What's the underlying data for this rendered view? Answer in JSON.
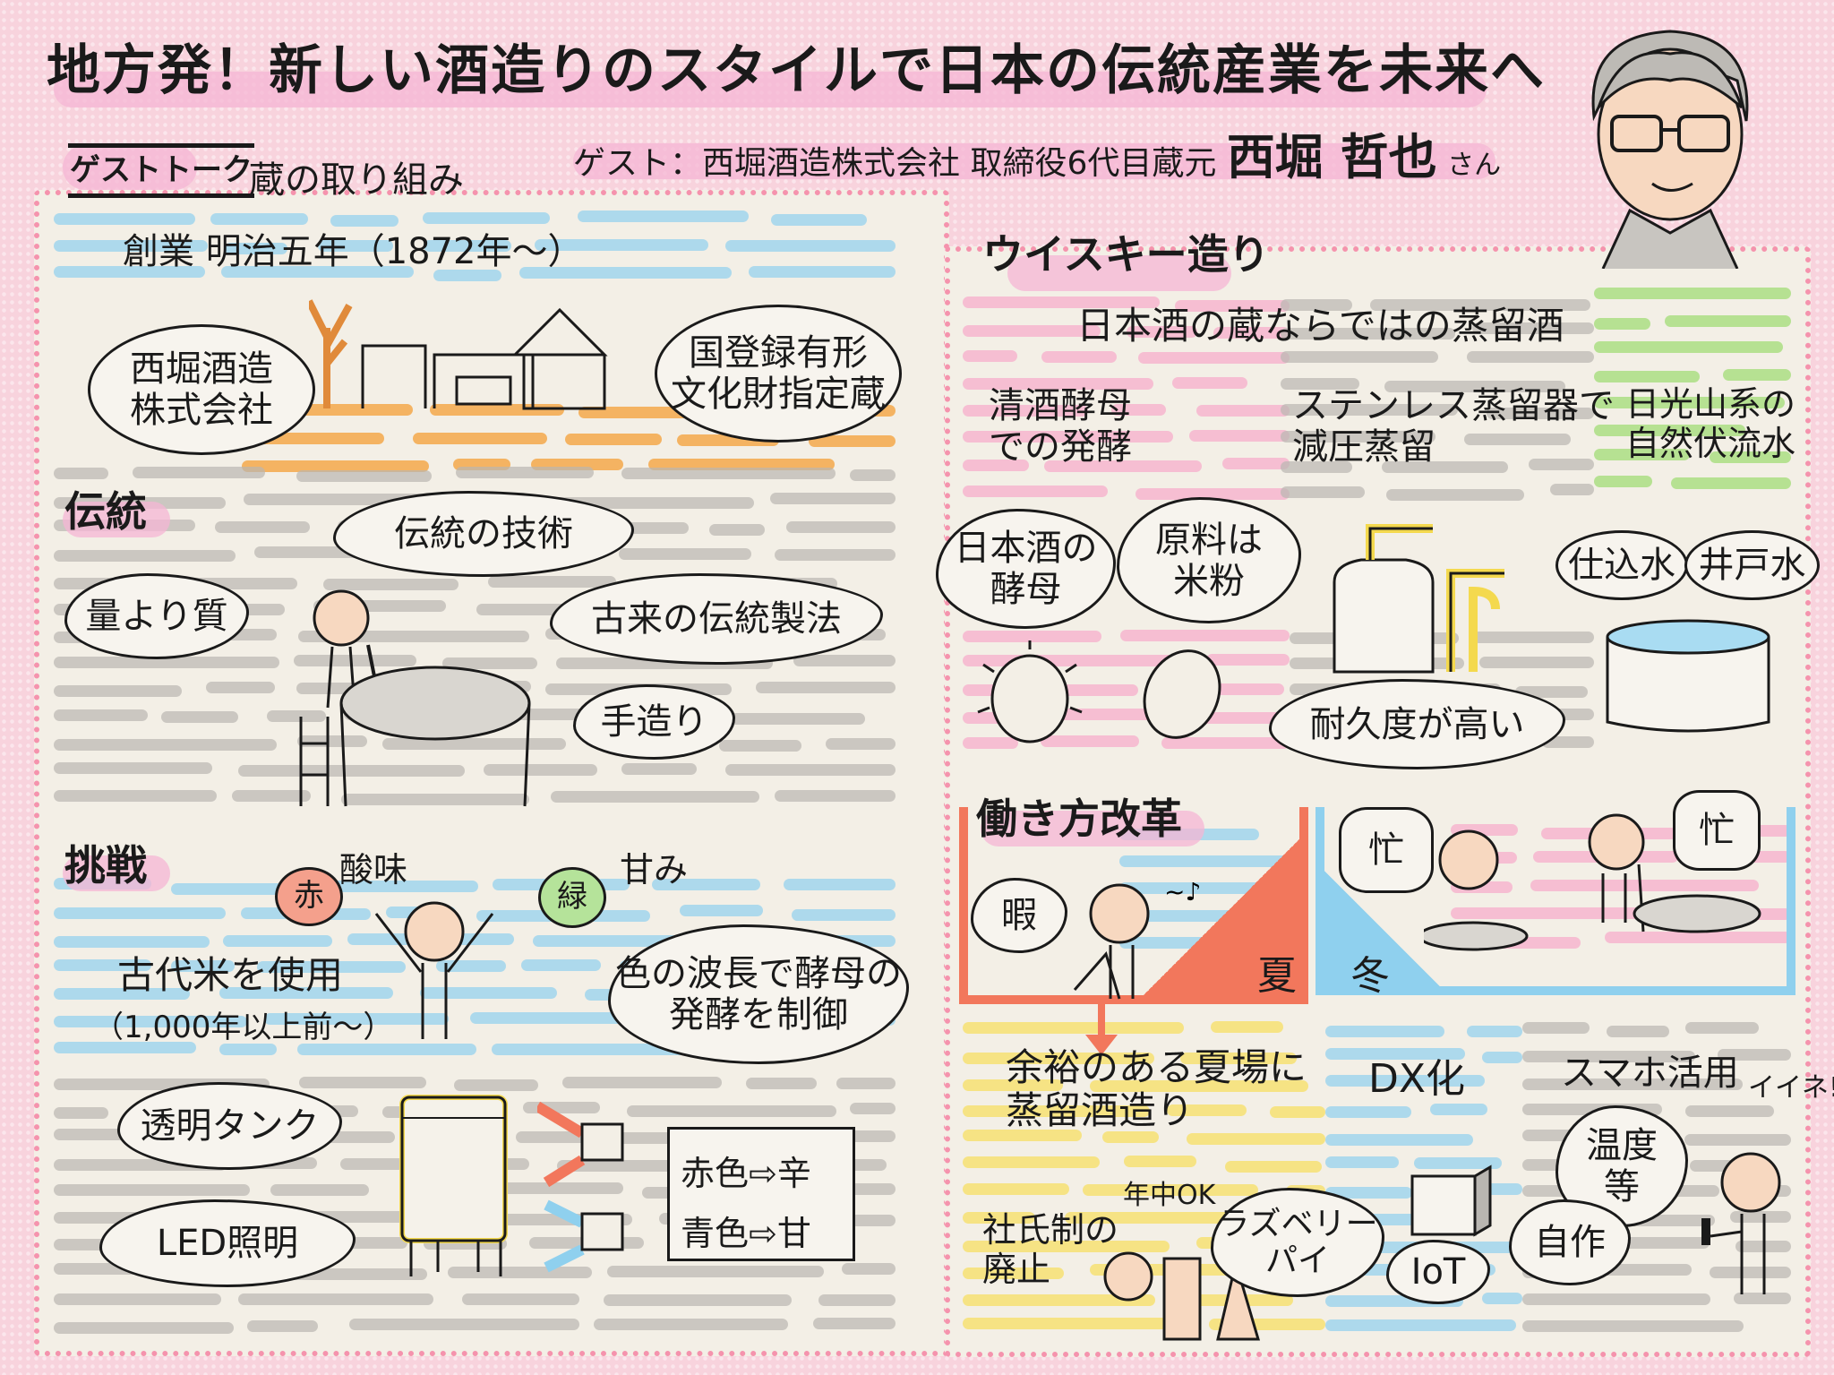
{
  "header": {
    "title": "地方発！新しい酒造りのスタイルで日本の伝統産業を未来へ",
    "section_label": "ゲストトーク",
    "subtitle": "蔵の取り組み",
    "guest_prefix": "ゲスト：西堀酒造株式会社 取締役6代目蔵元",
    "guest_name": "西堀 哲也",
    "guest_suffix": "さん"
  },
  "kura": {
    "founding": "創業 明治五年（1872年〜）",
    "company": "西堀酒造\n株式会社",
    "cultural_property": "国登録有形\n文化財指定蔵"
  },
  "tradition": {
    "heading": "伝統",
    "technique": "伝統の技術",
    "quality": "量より質",
    "method": "古来の伝統製法",
    "handmade": "手造り"
  },
  "challenge": {
    "heading": "挑戦",
    "red": "赤",
    "sour": "酸味",
    "green": "緑",
    "sweet": "甘み",
    "ancient_rice": "古代米を使用",
    "ancient_rice_note": "（1,000年以上前〜）",
    "wavelength": "色の波長で酵母の\n発酵を制御",
    "clear_tank": "透明タンク",
    "led": "LED照明",
    "board_red": "赤色⇨辛",
    "board_blue": "青色⇨甘"
  },
  "whisky": {
    "heading": "ウイスキー造り",
    "lead": "日本酒の蔵ならではの蒸留酒",
    "col1": "清酒酵母\nでの発酵",
    "col2": "ステンレス蒸留器で\n減圧蒸留",
    "col3": "日光山系の\n自然伏流水",
    "yeast": "日本酒の\n酵母",
    "rice_flour": "原料は\n米粉",
    "durable": "耐久度が高い",
    "brewing_water": "仕込水",
    "well_water": "井戸水"
  },
  "work_reform": {
    "heading": "働き方改革",
    "idle": "暇",
    "summer": "夏",
    "winter": "冬",
    "busy1": "忙",
    "busy2": "忙",
    "summer_distill": "余裕のある夏場に\n蒸留酒造り",
    "dx": "DX化",
    "smartphone": "スマホ活用",
    "like": "イイネ!",
    "temperature": "温度\n等",
    "abolish": "社氏制の\n廃止",
    "year_round": "年中OK",
    "raspberry_pi": "ラズベリー\nパイ",
    "iot": "IoT",
    "diy": "自作"
  },
  "palette": {
    "pink": "#f6a9c9",
    "blue": "#8fd0ee",
    "gray": "#b9b6b1",
    "orange": "#f39a2a",
    "green": "#9bdc6e",
    "yellow": "#f7de5a",
    "red": "#f2775c"
  }
}
